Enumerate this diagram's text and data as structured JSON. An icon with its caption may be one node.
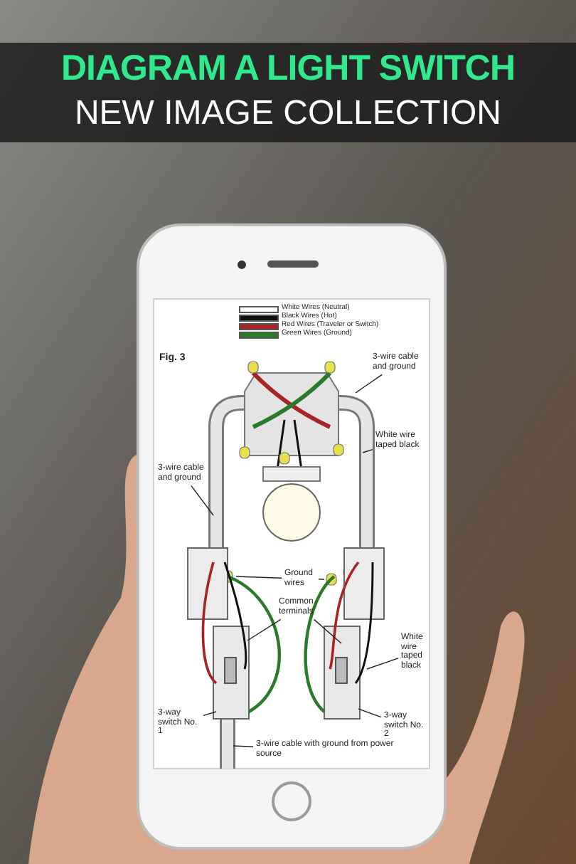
{
  "diagram": {
    "title": "DIAGRAM A LIGHT SWITCH",
    "caption": "NEW IMAGE COLLECTION",
    "nodes": [
      {
        "text": [
          "3-wire cable and ground"
        ]
      },
      {
        "text": [
          "3-wire cable and ground"
        ]
      },
      {
        "text": [
          "White wire taped black"
        ]
      },
      {
        "text": [
          "Ground wires"
        ]
      },
      {
        "text": [
          "Common terminals"
        ]
      },
      {
        "text": [
          "White wire taped black"
        ]
      },
      {
        "text": [
          "3-way switch No. 1"
        ]
      },
      {
        "text": [
          "3-way switch No. 2"
        ]
      },
      {
        "text": [
          "3-wire cable with ground from power source"
        ]
      }
    ],
    "edges": [
      {
        "from": 0,
        "to": null,
        "arrow": "none"
      },
      {
        "from": 1,
        "to": null,
        "arrow": "none"
      },
      {
        "from": 2,
        "to": null,
        "arrow": "none"
      },
      {
        "from": 3,
        "to": null,
        "arrow": "none"
      },
      {
        "from": 3,
        "to": null,
        "arrow": "none"
      },
      {
        "from": 4,
        "to": null,
        "arrow": "none"
      },
      {
        "from": 4,
        "to": null,
        "arrow": "none"
      },
      {
        "from": 5,
        "to": null,
        "arrow": "none"
      },
      {
        "from": 6,
        "to": null,
        "arrow": "none"
      },
      {
        "from": 7,
        "to": null,
        "arrow": "none"
      },
      {
        "from": 8,
        "to": null,
        "arrow": "none"
      }
    ],
    "labels": [
      "Fig. 3"
    ],
    "legend": [
      {
        "text": "White Wires (Neutral)",
        "color": "#ffffff"
      },
      {
        "text": "Black Wires (Hot)",
        "color": "#111111"
      },
      {
        "text": "Red Wires (Traveler or Switch)",
        "color": "#a82424"
      },
      {
        "text": "Green Wires (Ground)",
        "color": "#2a7a2a"
      }
    ]
  }
}
